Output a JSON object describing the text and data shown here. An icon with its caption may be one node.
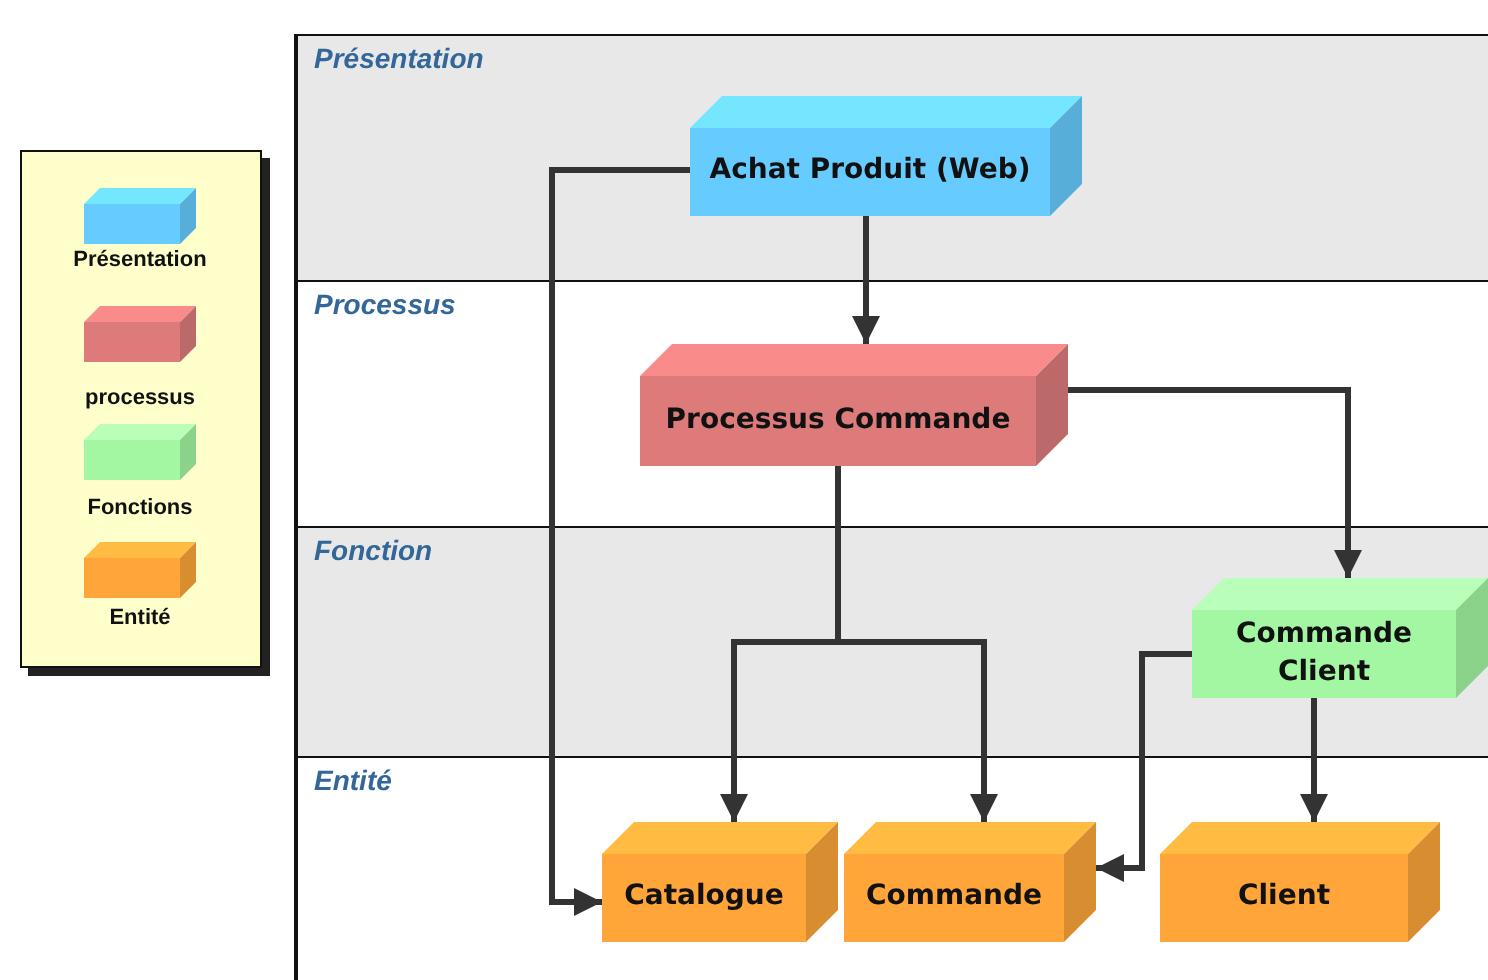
{
  "diagram": {
    "nodes": [
      {
        "text": [
          "Présentation"
        ]
      },
      {
        "text": [
          "Achat Produit (Web)"
        ],
        "in": 0
      },
      {
        "text": [
          "Processus"
        ]
      },
      {
        "text": [
          "Processus Commande"
        ],
        "in": 2
      },
      {
        "text": [
          "Fonction"
        ]
      },
      {
        "text": [
          "Commande Client"
        ],
        "in": 4
      },
      {
        "text": [
          "Entité"
        ]
      },
      {
        "text": [
          "Catalogue"
        ],
        "in": 6
      },
      {
        "text": [
          "Commande"
        ],
        "in": 6
      },
      {
        "text": [
          "Client"
        ],
        "in": 6
      }
    ],
    "edges": [
      {
        "from": 1,
        "to": 7,
        "arrow": "to"
      },
      {
        "from": 1,
        "to": 3,
        "arrow": "to"
      },
      {
        "from": 3,
        "to": 7,
        "arrow": "to"
      },
      {
        "from": 3,
        "to": 8,
        "arrow": "to"
      },
      {
        "from": 3,
        "to": 5,
        "arrow": "to"
      },
      {
        "from": 5,
        "to": 8,
        "arrow": "to"
      },
      {
        "from": 5,
        "to": 9,
        "arrow": "to"
      }
    ],
    "legend": [
      {
        "text": "Présentation",
        "color": "#66ccff"
      },
      {
        "text": "processus",
        "color": "#dd7b7b"
      },
      {
        "text": "Fonctions",
        "color": "#a3f7a3"
      },
      {
        "text": "Entité",
        "color": "#ffa53a"
      }
    ]
  }
}
